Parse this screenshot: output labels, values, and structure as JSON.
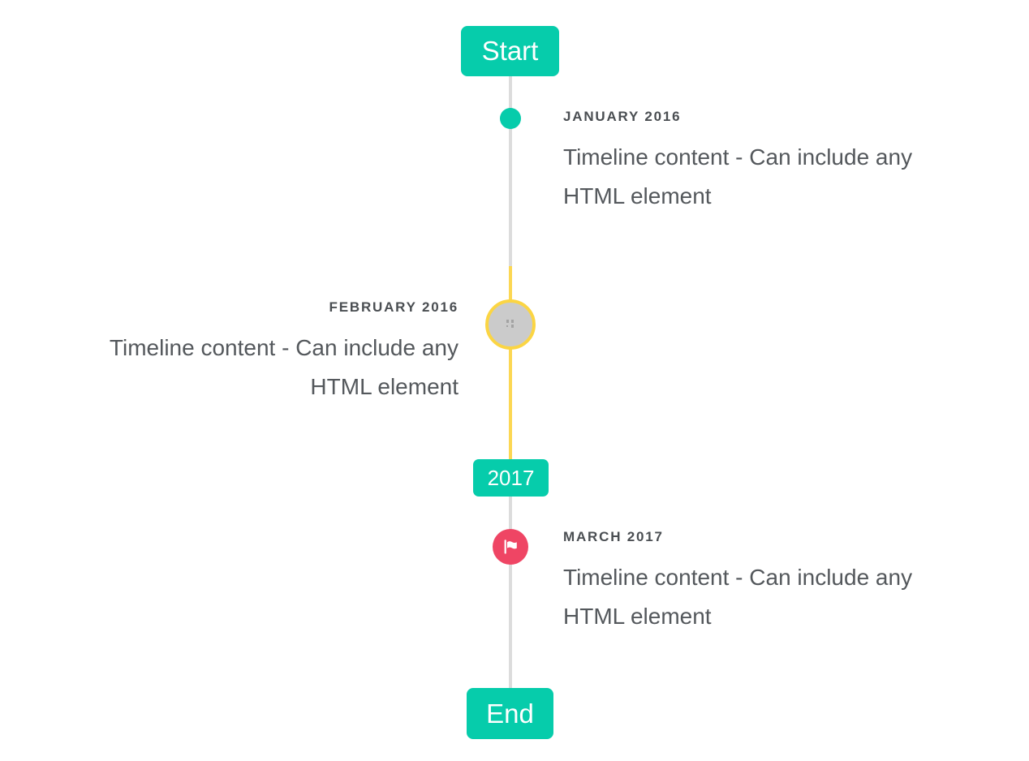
{
  "colors": {
    "teal": "#06ccab",
    "yellow_line": "#fcd753",
    "yellow_ring": "#fbd543",
    "red_marker": "#ef4564",
    "gray_line": "#dcdcdc",
    "gray_circle_fill": "#cbcbcb",
    "date_label_text": "#4a4e52",
    "content_text": "#54585c",
    "plate_text": "#ffffff",
    "background": "#ffffff"
  },
  "timeline": {
    "start_label": "Start",
    "end_label": "End",
    "year_label": "2017",
    "items": [
      {
        "date": "JANUARY 2016",
        "side": "right",
        "marker": "teal-dot",
        "lines": [
          "Timeline content - Can include any",
          "HTML element"
        ]
      },
      {
        "date": "FEBRUARY 2016",
        "side": "left",
        "marker": "gray-circle-yellow-ring-broken-image",
        "lines": [
          "Timeline content - Can include any",
          "HTML element"
        ]
      },
      {
        "date": "MARCH 2017",
        "side": "right",
        "marker": "red-flag-circle",
        "lines": [
          "Timeline content - Can include any",
          "HTML element"
        ]
      }
    ]
  }
}
